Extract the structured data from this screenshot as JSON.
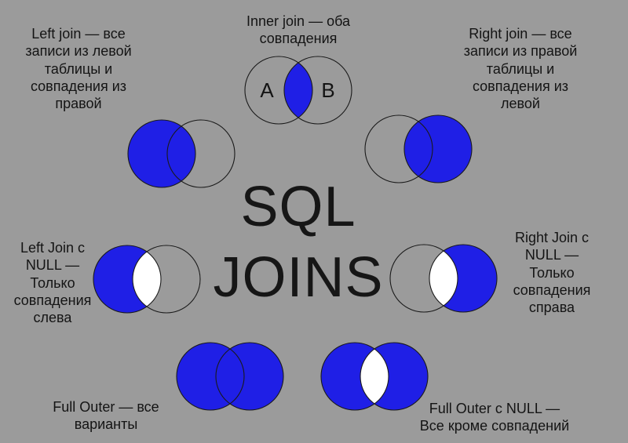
{
  "colors": {
    "bg": "#9b9b9b",
    "accent": "#1f1fe6",
    "excluded": "#ffffff",
    "ink": "#141414"
  },
  "title": {
    "line1": "SQL",
    "line2": "JOINS"
  },
  "captions": {
    "left_join": "Left join — все\nзаписи из левой\nтаблицы и\nсовпадения из\nправой",
    "inner_join": "Inner join — оба\nсовпадения",
    "right_join": "Right join — все\nзаписи из правой\nтаблицы и\nсовпадения из\nлевой",
    "left_join_null": "Left Join с\nNULL —\nТолько\nсовпадения\nслева",
    "right_join_null": "Right Join с\nNULL —\nТолько\nсовпадения\nсправа",
    "full_outer": "Full Outer — все\nварианты",
    "full_outer_null": "Full Outer с NULL —\nВсе кроме совпадений"
  },
  "venn": {
    "set_a_label": "A",
    "set_b_label": "B"
  }
}
